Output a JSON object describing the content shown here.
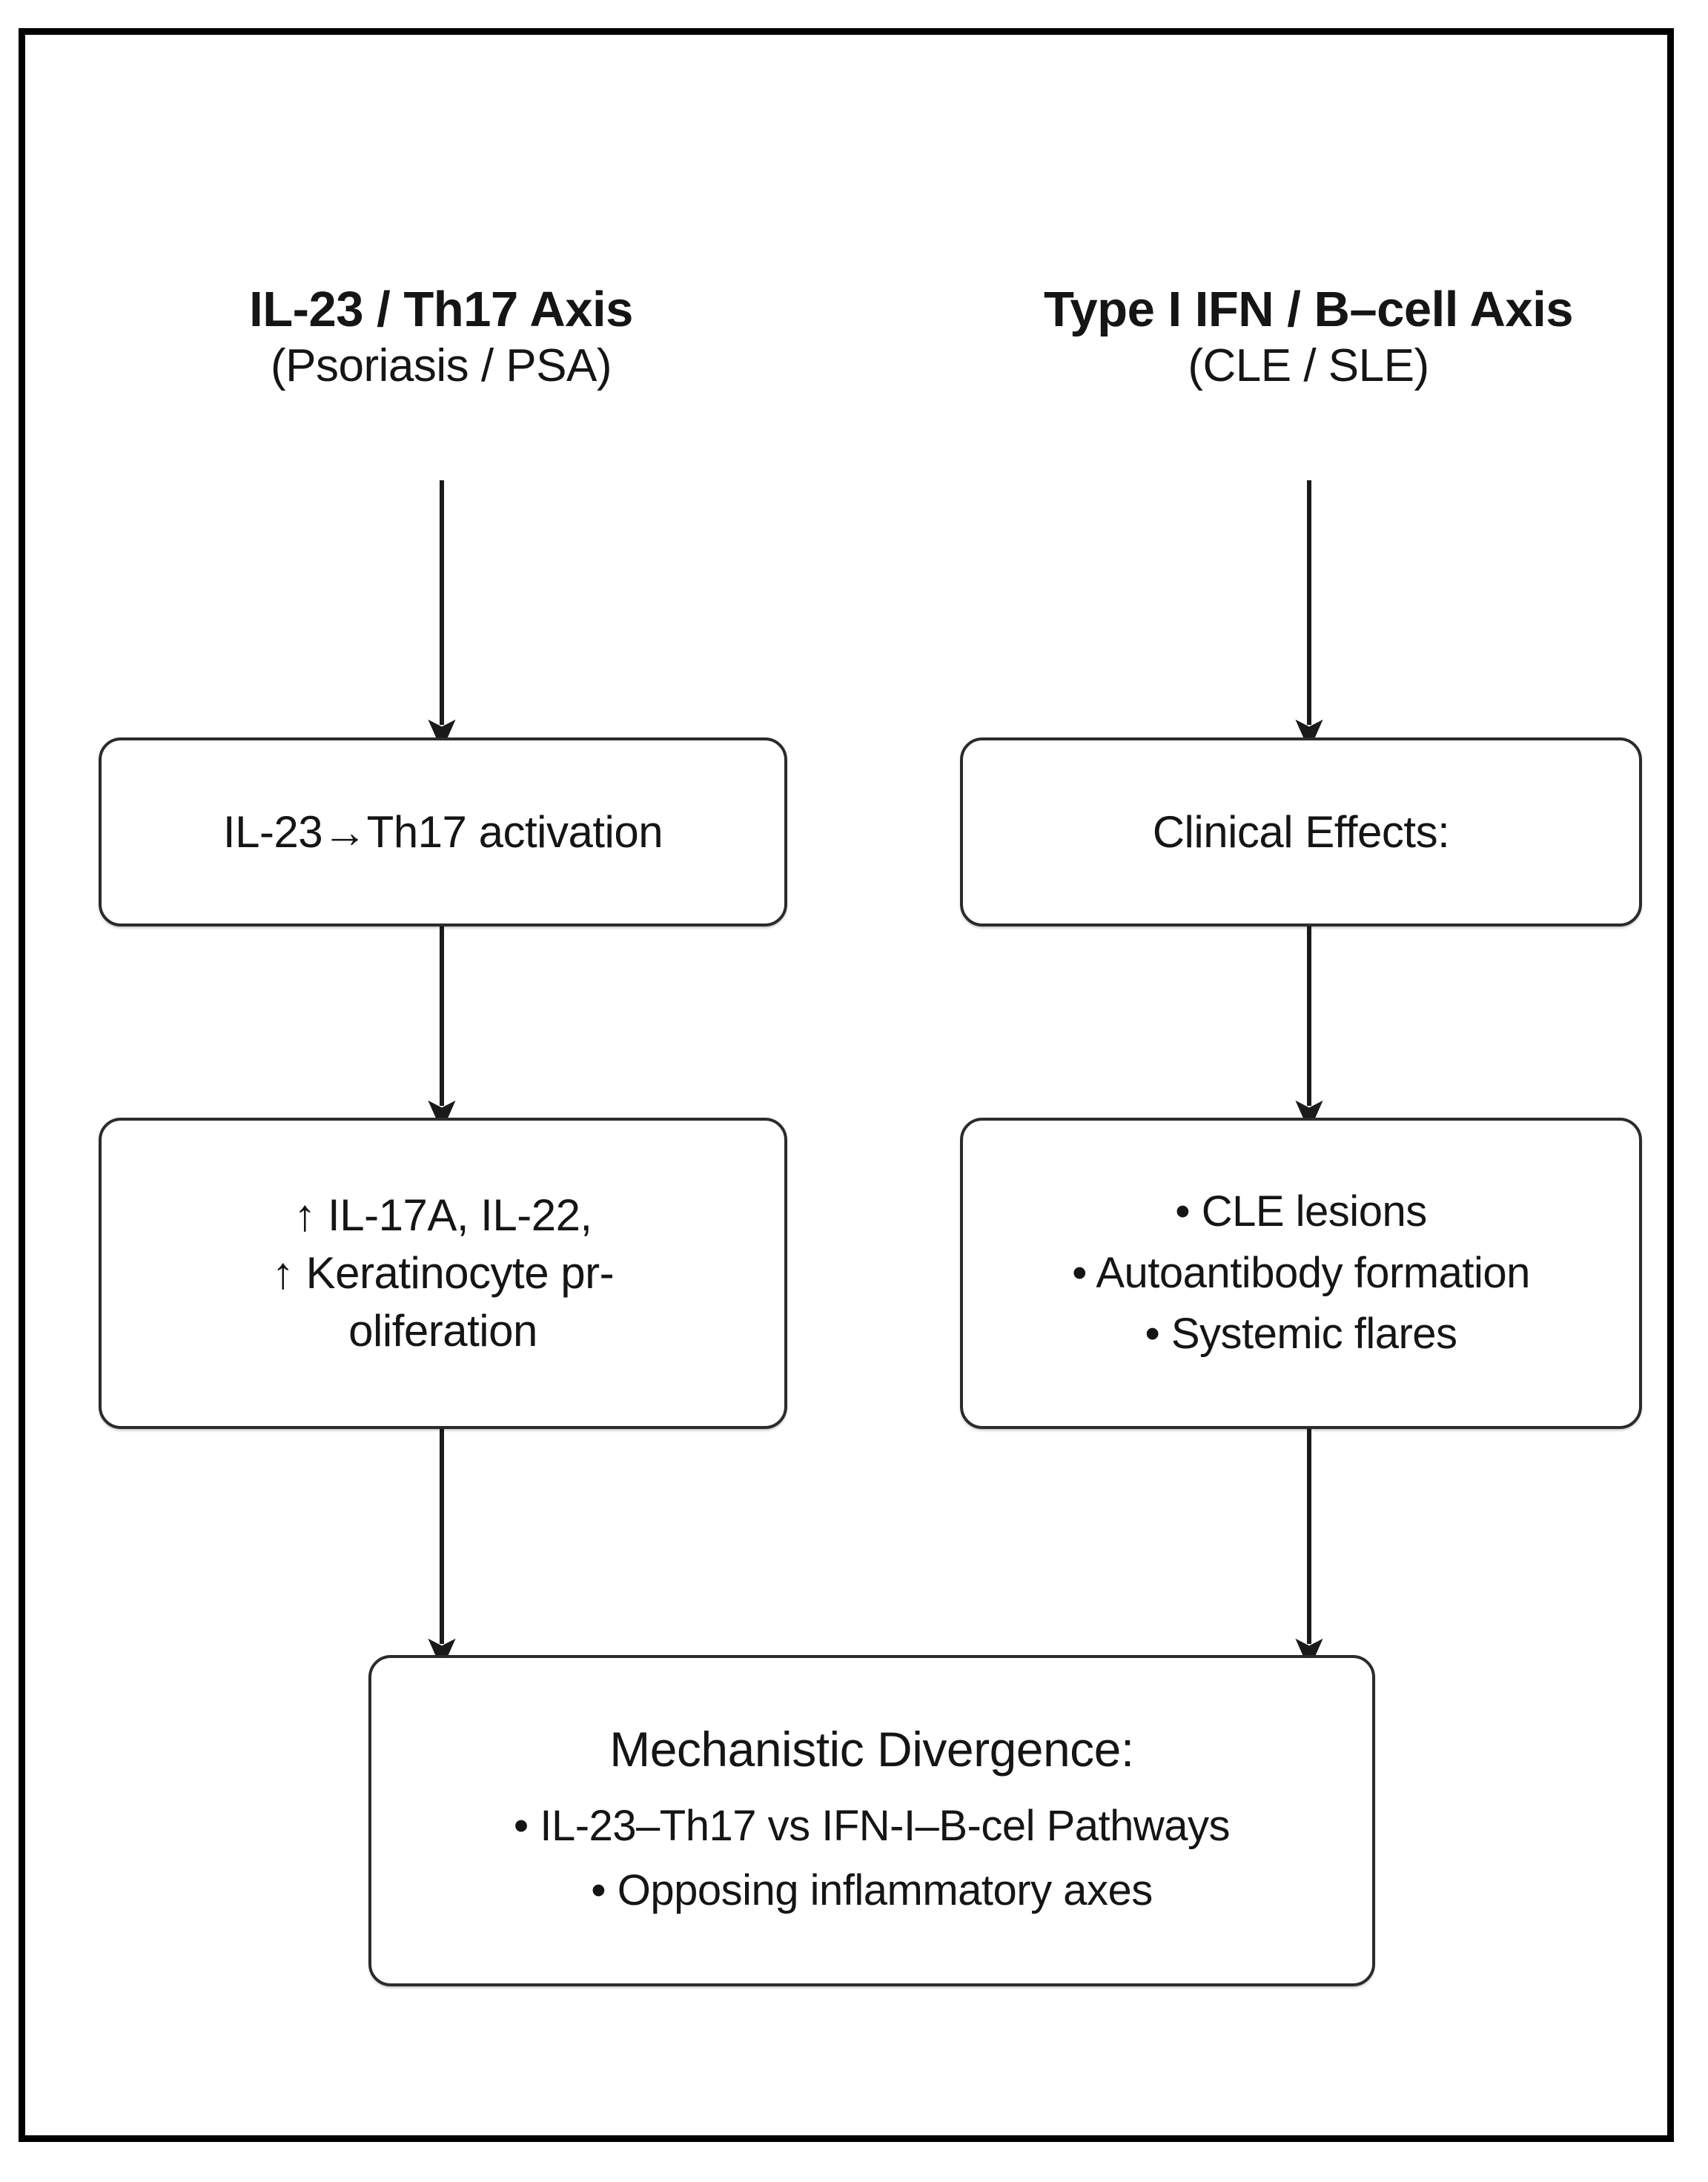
{
  "figure": {
    "type": "flow-diagram",
    "border_color": "#000000",
    "box_border_color": "#2b2b2b",
    "text_color": "#151515",
    "background": "#ffffff"
  },
  "columns": {
    "left": {
      "header_main": "IL-23 / Th17 Axis",
      "header_sub": "(Psoriasis / PSA)",
      "nodes": [
        {
          "id": "il23",
          "lines": [
            "IL-23→Th17 activation"
          ]
        },
        {
          "id": "cytokines",
          "lines": [
            "↑ IL-17A, IL-22,",
            "↑ Keratinocyte pr-",
            "oliferation"
          ]
        }
      ]
    },
    "right": {
      "header_main": "Type I IFN / B–cell Axis",
      "header_sub": "(CLE / SLE)",
      "nodes": [
        {
          "id": "clinical",
          "lines": [
            "Clinical Effects:"
          ]
        },
        {
          "id": "effects",
          "lines": [
            "• CLE lesions",
            "• Autoantibody formation",
            "• Systemic flares"
          ]
        }
      ]
    }
  },
  "convergence": {
    "id": "divergence",
    "title": "Mechanistic Divergence:",
    "lines": [
      "• IL-23–Th17 vs IFN-I–B-cel Pathways",
      "• Opposing inflammatory axes"
    ]
  },
  "arrows": [
    {
      "name": "arrow-left-header-to-il23",
      "from": "header-left",
      "to": "box-il23",
      "direction": "down"
    },
    {
      "name": "arrow-right-header-to-clinical",
      "from": "header-right",
      "to": "box-clin",
      "direction": "down"
    },
    {
      "name": "arrow-left-il23-to-cytokines",
      "from": "box-il23",
      "to": "box-cytok",
      "direction": "down"
    },
    {
      "name": "arrow-right-clinical-to-effects",
      "from": "box-clin",
      "to": "box-effects",
      "direction": "down"
    },
    {
      "name": "arrow-left-cytokines-to-divergence",
      "from": "box-cytok",
      "to": "box-diverg",
      "direction": "down"
    },
    {
      "name": "arrow-right-effects-to-divergence",
      "from": "box-effects",
      "to": "box-diverg",
      "direction": "down"
    }
  ]
}
